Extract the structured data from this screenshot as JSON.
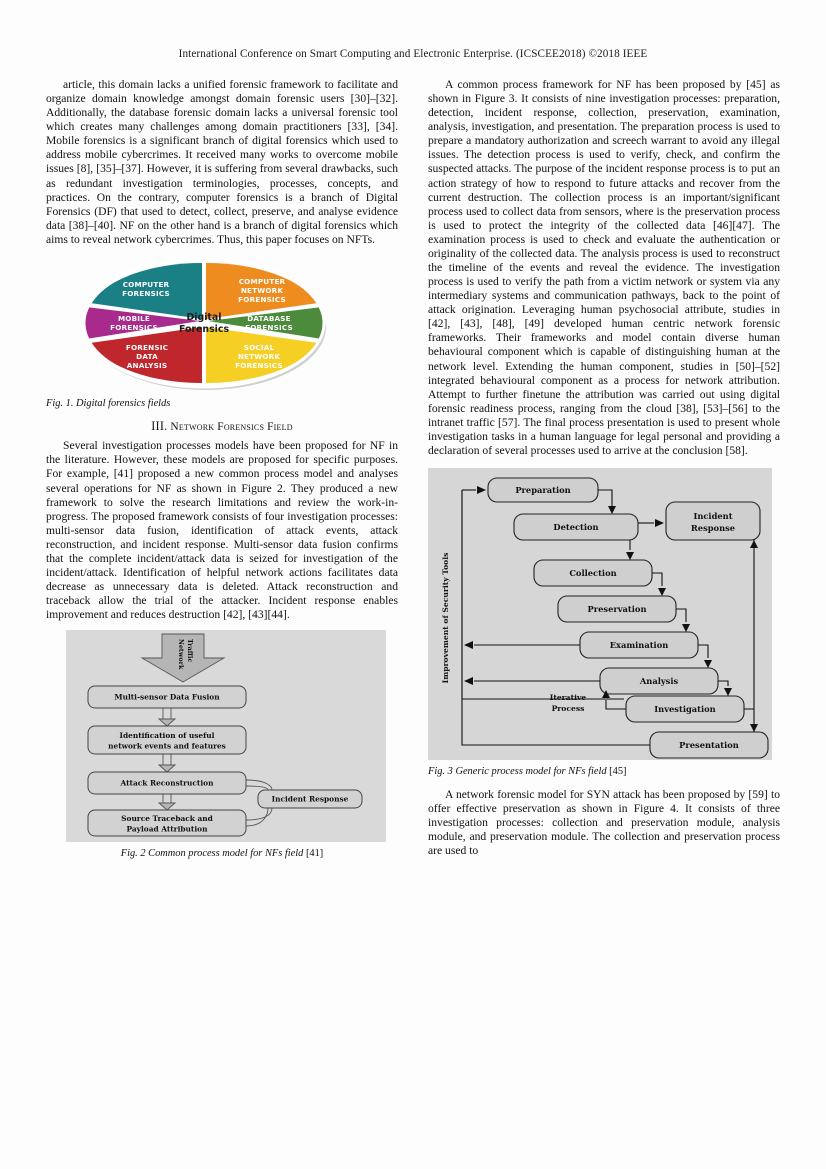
{
  "header": {
    "running_head": "International Conference on Smart Computing and Electronic Enterprise. (ICSCEE2018) ©2018 IEEE"
  },
  "left_column": {
    "para1": "article, this domain lacks a unified forensic framework to facilitate and organize domain knowledge amongst domain forensic users [30]–[32]. Additionally, the database forensic domain lacks a universal forensic tool which creates many challenges among domain practitioners [33], [34]. Mobile forensics is a significant branch of digital forensics which used to address mobile cybercrimes. It received many works to overcome mobile issues [8], [35]–[37]. However, it is suffering from several drawbacks, such as redundant investigation terminologies, processes, concepts, and practices. On the contrary, computer forensics is a branch of Digital Forensics (DF) that used to detect, collect, preserve, and analyse evidence data [38]–[40].  NF on the other hand is a branch of digital forensics which aims to reveal network cybercrimes. Thus, this paper focuses on NFTs.",
    "fig1_caption_label": "Fig.  1.",
    "fig1_caption_text": "Digital forensics fields",
    "section_number": "III.",
    "section_title": "Network Forensics Field",
    "para2": "Several investigation processes models have been proposed for NF in the literature. However, these models are proposed for specific purposes. For example, [41] proposed a new common process model and analyses several operations for NF as shown in Figure 2. They produced a new framework to solve the research limitations and review the work-in-progress. The proposed framework consists of four investigation processes: multi-sensor data fusion, identification of attack events, attack reconstruction, and incident response. Multi-sensor data fusion confirms that the complete incident/attack data is seized for investigation of the incident/attack. Identification of helpful network actions facilitates data decrease as unnecessary data is deleted. Attack reconstruction and traceback allow the trial of the attacker. Incident response enables improvement and reduces destruction [42], [43][44].",
    "fig2_caption_label": "Fig.  2",
    "fig2_caption_text": "Common process model for NFs field",
    "fig2_caption_ref": "[41]"
  },
  "right_column": {
    "para1": "A common process framework for NF has been proposed by [45] as shown in Figure 3.  It consists of nine investigation processes: preparation, detection, incident response, collection, preservation, examination, analysis, investigation, and presentation. The preparation process is used to prepare a mandatory authorization and screech warrant to avoid any illegal issues. The detection process is used to verify, check, and confirm the suspected attacks. The purpose of the incident response process is to put an action strategy of how to respond to future attacks and recover from the current destruction. The collection process is an important/significant process used to collect data from sensors, where is the preservation process is used to protect the integrity of the collected data [46][47]. The examination process is used to check and evaluate the authentication or originality of the collected data. The analysis process is used to reconstruct the timeline of the events and reveal the evidence. The investigation process is used to verify the path from a victim network or system via any intermediary systems and communication pathways, back to the point of attack origination. Leveraging human psychosocial attribute, studies in [42], [43], [48], [49] developed human centric network forensic frameworks. Their frameworks and model contain diverse human behavioural component which is capable of distinguishing human at the network level. Extending the human component, studies in [50]–[52] integrated behavioural component as a process for network attribution. Attempt to further finetune the attribution was carried out using digital forensic readiness process, ranging from the cloud [38], [53]–[56] to the intranet traffic [57]. The final process presentation is used to present whole investigation tasks in a human language for legal personal and providing a declaration of several processes used to arrive at the conclusion [58].",
    "fig3_caption_label": "Fig.  3",
    "fig3_caption_text": "Generic process model for NFs field",
    "fig3_caption_ref": "[45]",
    "para2": "A network forensic model for SYN attack has been proposed by [59] to offer effective preservation as shown in Figure 4. It consists of three investigation processes: collection and preservation module, analysis module, and preservation module. The collection and preservation process are used to"
  },
  "figure1": {
    "center_line1": "Digital",
    "center_line2": "Forensics",
    "segments": [
      {
        "id": "computer-forensics",
        "lines": [
          "COMPUTER",
          "FORENSICS"
        ],
        "color": "#1b7f86"
      },
      {
        "id": "computer-network-forensics",
        "lines": [
          "COMPUTER",
          "NETWORK",
          "FORENSICS"
        ],
        "color": "#ef8c1f"
      },
      {
        "id": "database-forensics",
        "lines": [
          "DATABASE",
          "FORENSICS"
        ],
        "color": "#4b8b3b"
      },
      {
        "id": "social-network-forensics",
        "lines": [
          "SOCIAL",
          "NETWORK",
          "FORENSICS"
        ],
        "color": "#f5cf24"
      },
      {
        "id": "forensic-data-analysis",
        "lines": [
          "FORENSIC",
          "DATA",
          "ANALYSIS"
        ],
        "color": "#c0272d"
      },
      {
        "id": "mobile-forensics",
        "lines": [
          "MOBILE",
          "FORENSICS"
        ],
        "color": "#a72a8c"
      }
    ]
  },
  "figure2": {
    "inlet_label_line1": "Network",
    "inlet_label_line2": "Traffic",
    "boxes": [
      {
        "id": "multi-sensor-data-fusion",
        "lines": [
          "Multi-sensor Data Fusion"
        ]
      },
      {
        "id": "identification-of-useful-network-events",
        "lines": [
          "Identification of useful",
          "network events and features"
        ]
      },
      {
        "id": "attack-reconstruction",
        "lines": [
          "Attack Reconstruction"
        ]
      },
      {
        "id": "source-traceback-payload-attribution",
        "lines": [
          "Source Traceback and",
          "Payload Attribution"
        ]
      },
      {
        "id": "incident-response",
        "lines": [
          "Incident Response"
        ]
      }
    ]
  },
  "figure3": {
    "side_label": "Improvement of Security Tools",
    "iterative_label_line1": "Iterative",
    "iterative_label_line2": "Process",
    "boxes": [
      {
        "id": "preparation",
        "lines": [
          "Preparation"
        ]
      },
      {
        "id": "detection",
        "lines": [
          "Detection"
        ]
      },
      {
        "id": "collection",
        "lines": [
          "Collection"
        ]
      },
      {
        "id": "preservation",
        "lines": [
          "Preservation"
        ]
      },
      {
        "id": "examination",
        "lines": [
          "Examination"
        ]
      },
      {
        "id": "analysis",
        "lines": [
          "Analysis"
        ]
      },
      {
        "id": "investigation",
        "lines": [
          "Investigation"
        ]
      },
      {
        "id": "presentation",
        "lines": [
          "Presentation"
        ]
      },
      {
        "id": "incident-response",
        "lines": [
          "Incident",
          "Response"
        ]
      }
    ]
  }
}
